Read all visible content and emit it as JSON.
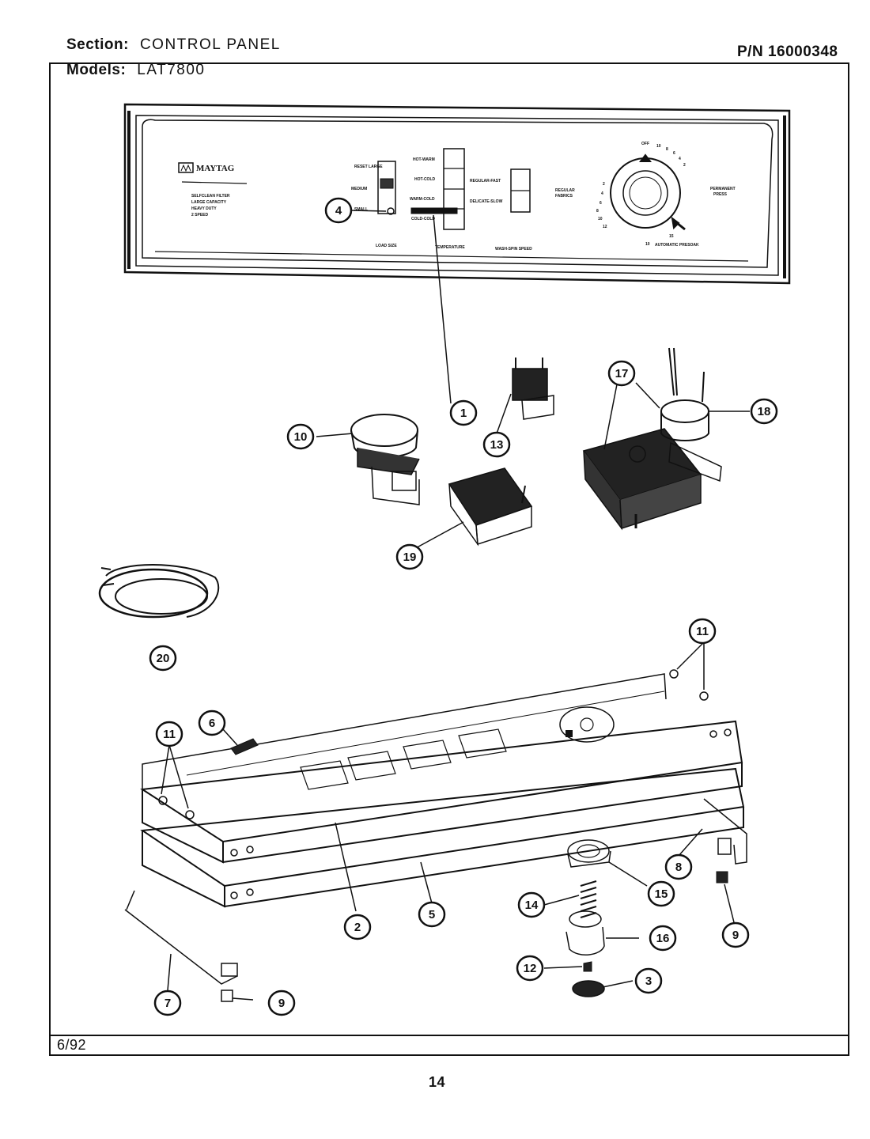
{
  "header": {
    "section_label": "Section:",
    "section_value": "CONTROL PANEL",
    "models_label": "Models:",
    "models_value": "LAT7800",
    "part_number": "P/N 16000348"
  },
  "footer": {
    "date": "6/92",
    "page_number": "14"
  },
  "panel": {
    "brand": "MAYTAG",
    "description_lines": [
      "SELFCLEAN FILTER",
      "LARGE CAPACITY",
      "HEAVY DUTY",
      "2 SPEED"
    ],
    "load_size": {
      "caption": "LOAD SIZE",
      "options": [
        "RESET LARGE",
        "MEDIUM",
        "SMALL"
      ]
    },
    "temperature": {
      "caption": "TEMPERATURE",
      "options": [
        "HOT-WARM",
        "HOT-COLD",
        "WARM-COLD",
        "COLD-COLD"
      ]
    },
    "wash_spin": {
      "caption": "WASH-SPIN SPEED",
      "options": [
        "REGULAR-FAST",
        "DELICATE-SLOW"
      ]
    },
    "dial": {
      "left_labels": [
        "REGULAR",
        "FABRICS"
      ],
      "right_labels": [
        "PERMANENT",
        "PRESS"
      ],
      "bottom_label": "AUTOMATIC PRESOAK",
      "top_numbers": [
        "10",
        "8",
        "6",
        "4",
        "2"
      ],
      "left_numbers": [
        "2",
        "4",
        "6",
        "8",
        "10",
        "12"
      ],
      "bottom_numbers": [
        "10",
        "15"
      ],
      "off_label": "OFF"
    }
  },
  "callouts": [
    "1",
    "2",
    "3",
    "4",
    "5",
    "6",
    "7",
    "8",
    "9",
    "9",
    "10",
    "11",
    "11",
    "12",
    "13",
    "14",
    "15",
    "16",
    "17",
    "18",
    "19",
    "20"
  ]
}
